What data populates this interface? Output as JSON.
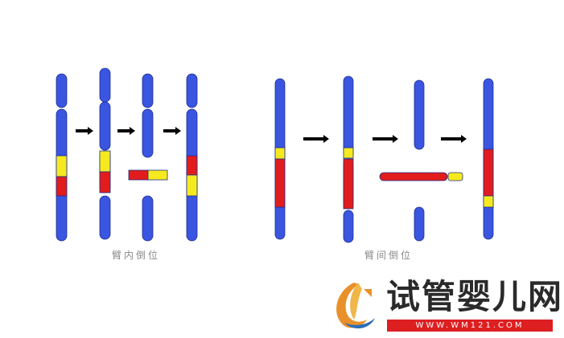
{
  "panels": {
    "left_caption": "臂内倒位",
    "right_caption": "臂间倒位"
  },
  "watermark": {
    "name": "试管婴儿网",
    "url": "WWW.WM121.COM"
  },
  "colors": {
    "chromosome": "#3a55e0",
    "outline": "#1c2f8c",
    "inverted_red": "#e21c1c",
    "inverted_yellow": "#f6ea1e",
    "arrow": "#000000",
    "caption": "#8a8a8a",
    "brand_red": "#dd1f22"
  },
  "icons": [
    "right-arrow-icon",
    "site-logo-icon"
  ]
}
